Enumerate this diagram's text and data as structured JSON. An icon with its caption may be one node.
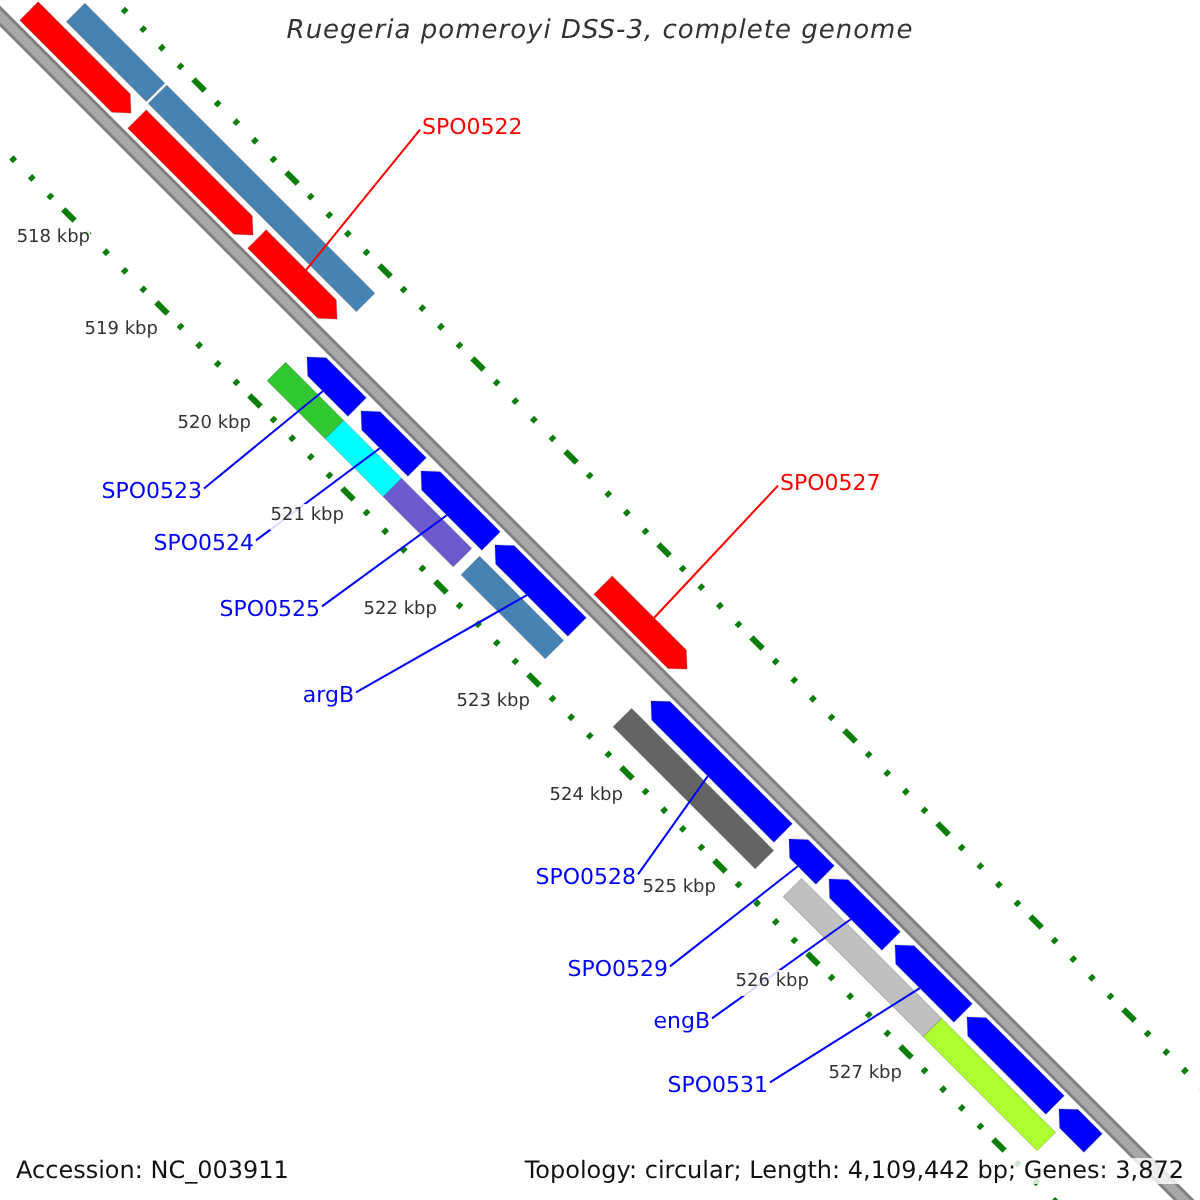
{
  "diagram": {
    "title": "Ruegeria pomeroyi DSS-3, complete genome",
    "nodes": [
      {
        "text": [
          "SPO0522"
        ]
      },
      {
        "text": [
          "SPO0527"
        ]
      },
      {
        "text": [
          "SPO0523"
        ]
      },
      {
        "text": [
          "SPO0524"
        ]
      },
      {
        "text": [
          "SPO0525"
        ]
      },
      {
        "text": [
          "argB"
        ]
      },
      {
        "text": [
          "SPO0528"
        ]
      },
      {
        "text": [
          "SPO0529"
        ]
      },
      {
        "text": [
          "engB"
        ]
      },
      {
        "text": [
          "SPO0531"
        ]
      },
      {
        "text": [],
        "shape": "box"
      },
      {
        "text": [],
        "shape": "arrow"
      },
      {
        "text": [],
        "shape": "box"
      },
      {
        "text": [],
        "shape": "arrow"
      },
      {
        "text": [],
        "shape": "arrow"
      },
      {
        "text": [],
        "shape": "box"
      },
      {
        "text": [],
        "shape": "arrow"
      },
      {
        "text": [],
        "shape": "box"
      },
      {
        "text": [],
        "shape": "arrow"
      },
      {
        "text": [],
        "shape": "box"
      },
      {
        "text": [],
        "shape": "arrow"
      },
      {
        "text": [],
        "shape": "box"
      },
      {
        "text": [],
        "shape": "arrow"
      },
      {
        "text": [],
        "shape": "arrow"
      },
      {
        "text": [],
        "shape": "box"
      },
      {
        "text": [],
        "shape": "arrow"
      },
      {
        "text": [],
        "shape": "arrow"
      },
      {
        "text": [],
        "shape": "box"
      },
      {
        "text": [],
        "shape": "arrow"
      },
      {
        "text": [],
        "shape": "arrow"
      },
      {
        "text": [],
        "shape": "box"
      },
      {
        "text": [],
        "shape": "arrow"
      },
      {
        "text": [],
        "shape": "arrow"
      }
    ],
    "edges": [
      {
        "from": 0,
        "to": 14,
        "arrow": "none",
        "color": "#ff0000"
      },
      {
        "from": 1,
        "to": 23,
        "arrow": "none",
        "color": "#ff0000"
      },
      {
        "from": 2,
        "to": 16,
        "arrow": "none"
      },
      {
        "from": 3,
        "to": 18,
        "arrow": "none"
      },
      {
        "from": 4,
        "to": 20,
        "arrow": "none"
      },
      {
        "from": 5,
        "to": 22,
        "arrow": "none"
      },
      {
        "from": 6,
        "to": 25,
        "arrow": "none"
      },
      {
        "from": 7,
        "to": 26,
        "arrow": "none"
      },
      {
        "from": 8,
        "to": 28,
        "arrow": "none"
      },
      {
        "from": 9,
        "to": 29,
        "arrow": "none"
      }
    ],
    "labels": [
      "518 kbp",
      "519 kbp",
      "520 kbp",
      "521 kbp",
      "522 kbp",
      "523 kbp",
      "524 kbp",
      "525 kbp",
      "526 kbp",
      "527 kbp",
      "Accession: NC_003911",
      "Topology: circular; Length: 4,109,442 bp; Genes: 3,872"
    ]
  }
}
